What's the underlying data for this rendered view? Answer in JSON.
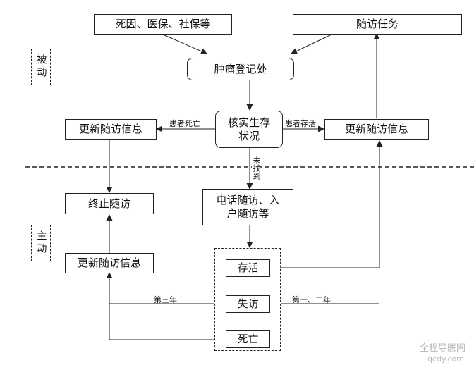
{
  "zones": {
    "passive": "被动",
    "active": "主动"
  },
  "nodes": {
    "sources": "死因、医保、社保等",
    "followup_task": "随访任务",
    "registry": "肿瘤登记处",
    "verify_status": "核实生存状况",
    "update_left_top": "更新随访信息",
    "update_right": "更新随访信息",
    "terminate": "终止随访",
    "phone_visit": "电话随访、入户随访等",
    "update_left_bottom": "更新随访信息",
    "alive": "存活",
    "lost": "失访",
    "dead": "死亡"
  },
  "edge_labels": {
    "patient_dead": "患者死亡",
    "patient_alive": "患者存活",
    "not_found": "未找到",
    "third_year": "第三年",
    "first_second_year": "第一、二年"
  },
  "watermark": {
    "text": "全程导医网",
    "url": "qcdy.com"
  }
}
